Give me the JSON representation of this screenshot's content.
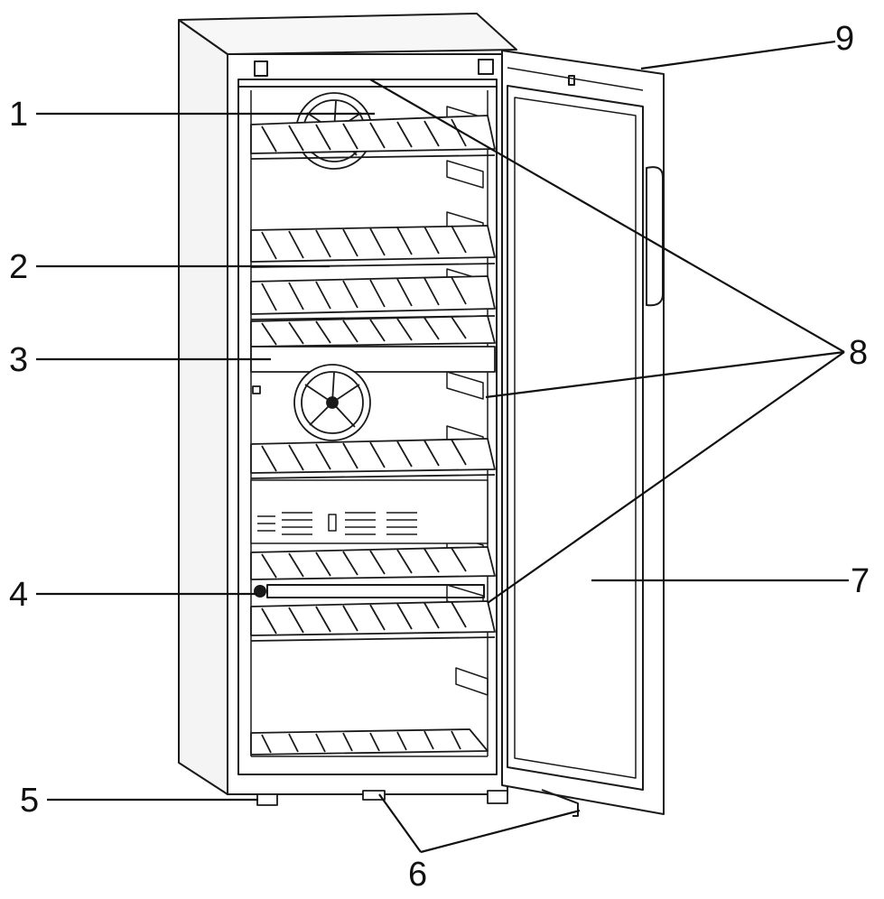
{
  "figure": {
    "subject": "wine-cooler-open-door",
    "line_color": "#1a1a1a",
    "background": "#ffffff"
  },
  "callouts": [
    {
      "id": "1",
      "label": "1"
    },
    {
      "id": "2",
      "label": "2"
    },
    {
      "id": "3",
      "label": "3"
    },
    {
      "id": "4",
      "label": "4"
    },
    {
      "id": "5",
      "label": "5"
    },
    {
      "id": "6",
      "label": "6"
    },
    {
      "id": "7",
      "label": "7"
    },
    {
      "id": "8",
      "label": "8"
    },
    {
      "id": "9",
      "label": "9"
    }
  ]
}
